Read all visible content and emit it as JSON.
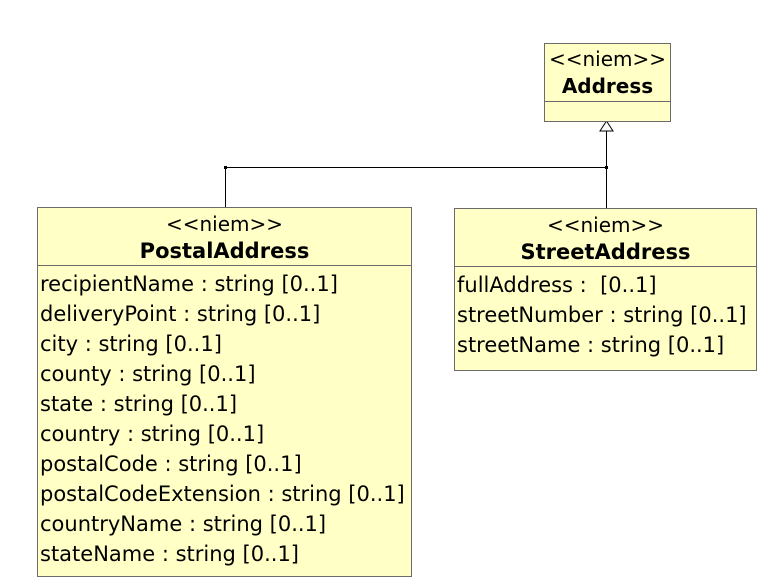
{
  "diagram": {
    "address": {
      "stereotype": "<<niem>>",
      "name": "Address",
      "attributes": []
    },
    "postal_address": {
      "stereotype": "<<niem>>",
      "name": "PostalAddress",
      "attributes": [
        "recipientName : string [0..1]",
        "deliveryPoint : string [0..1]",
        "city : string [0..1]",
        "county : string [0..1]",
        "state : string [0..1]",
        "country : string [0..1]",
        "postalCode : string [0..1]",
        "postalCodeExtension : string [0..1]",
        "countryName : string [0..1]",
        "stateName : string [0..1]"
      ]
    },
    "street_address": {
      "stereotype": "<<niem>>",
      "name": "StreetAddress",
      "attributes": [
        "fullAddress :  [0..1]",
        "streetNumber : string [0..1]",
        "streetName : string [0..1]"
      ]
    },
    "colors": {
      "class_fill": "#ffffc6",
      "border": "#6b6b6b",
      "line": "#000000"
    }
  }
}
